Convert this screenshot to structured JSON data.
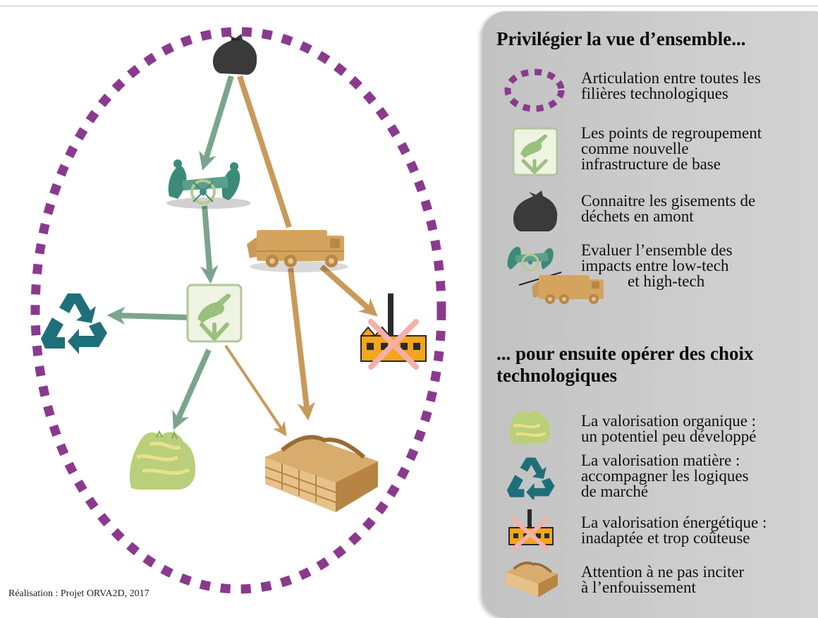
{
  "credit": "Réalisation : Projet ORVA2D, 2017",
  "legend": {
    "heading1": "Privilégier la vue d’ensemble...",
    "heading2": "... pour ensuite opérer des choix technologiques",
    "items": [
      {
        "icon": "dotted-ellipse-icon",
        "line1": "Articulation entre toutes les",
        "line2": "filières technologiques",
        "line3": ""
      },
      {
        "icon": "hand-collection-point-icon",
        "line1": "Les points de regroupement",
        "line2": "comme nouvelle",
        "line3": "infrastructure de base"
      },
      {
        "icon": "trash-bag-icon",
        "line1": "Connaitre les gisements de",
        "line2": "déchets en amont",
        "line3": ""
      },
      {
        "icon": "cart-vs-truck-icon",
        "line1": "Evaluer l’ensemble des",
        "line2": "impacts entre low-tech",
        "line3": "et high-tech"
      },
      {
        "icon": "compost-icon",
        "line1": "La valorisation organique :",
        "line2": "un potentiel peu développé",
        "line3": ""
      },
      {
        "icon": "recycle-icon",
        "line1": "La valorisation matière :",
        "line2": "accompagner les logiques",
        "line3": "de marché"
      },
      {
        "icon": "crossed-incinerator-icon",
        "line1": "La valorisation énergétique :",
        "line2": "inadaptée et trop coûteuse",
        "line3": ""
      },
      {
        "icon": "landfill-icon",
        "line1": "Attention à ne pas inciter",
        "line2": "à l’enfouissement",
        "line3": ""
      }
    ]
  },
  "colors": {
    "ellipse": "#8a3a8e",
    "lowtech_arrow": "#7aa58c",
    "hightech_arrow": "#c89a5a",
    "recycle": "#1f6f7a",
    "compost": "#b9cf7a",
    "truck": "#d4a45e",
    "incinerator": "#f2a51f",
    "cross": "#f4b0a8",
    "bag": "#3a3a3a"
  }
}
